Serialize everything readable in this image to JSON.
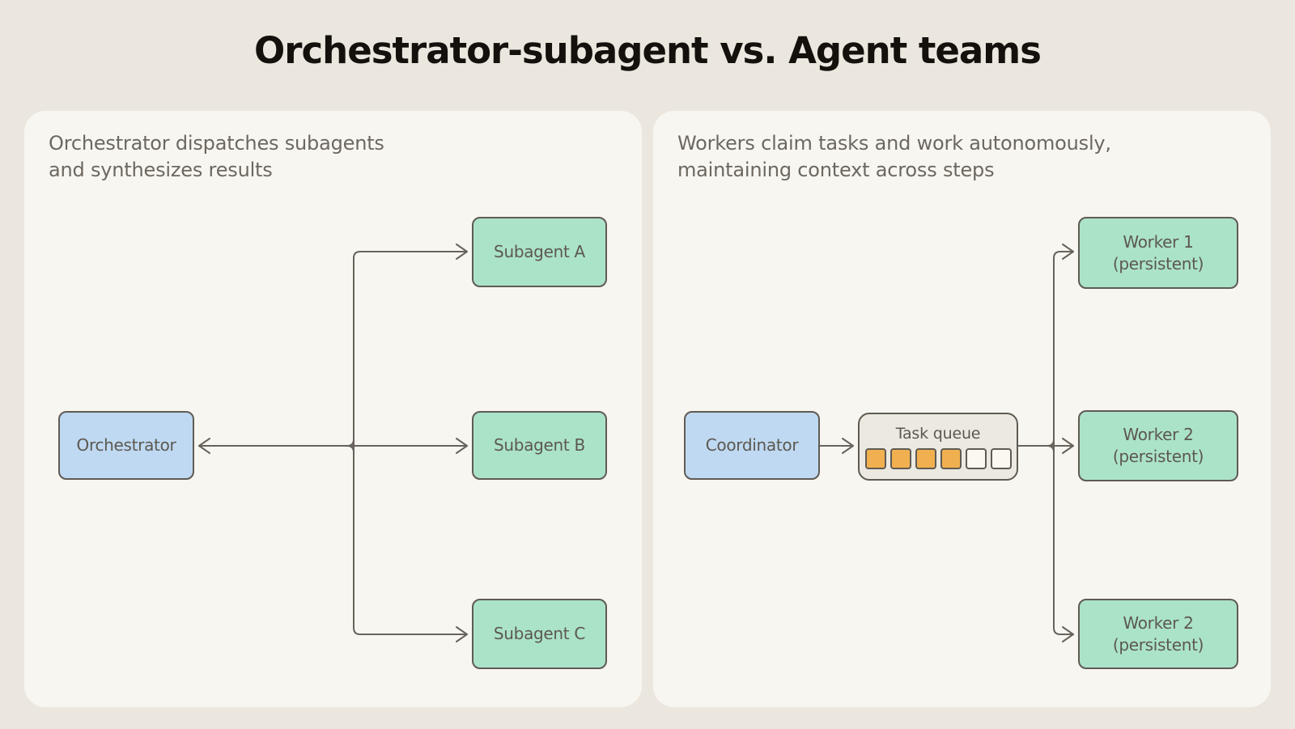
{
  "title": "Orchestrator-subagent vs. Agent teams",
  "colors": {
    "page-bg": "#EBE7DF",
    "panel-bg": "#F8F6F0",
    "ink": "#14110D",
    "muted": "#6C6860",
    "label": "#5C5850",
    "stroke": "#5F5B53",
    "line": "#67635B",
    "blue": "#BFD9F2",
    "green": "#ABE3C8",
    "queue-bg": "#ECE9E1",
    "orange": "#F1B04F",
    "slot-empty": "#FAF8F1"
  },
  "left_panel": {
    "subtitle": "Orchestrator dispatches subagents\nand synthesizes results",
    "orchestrator_label": "Orchestrator",
    "subagents": [
      {
        "label": "Subagent A"
      },
      {
        "label": "Subagent B"
      },
      {
        "label": "Subagent C"
      }
    ]
  },
  "right_panel": {
    "subtitle": "Workers claim tasks and work autonomously,\nmaintaining context across steps",
    "coordinator_label": "Coordinator",
    "task_queue": {
      "label": "Task queue",
      "filled_slots": 4,
      "empty_slots": 2
    },
    "workers": [
      {
        "label": "Worker 1",
        "sublabel": "(persistent)"
      },
      {
        "label": "Worker 2",
        "sublabel": "(persistent)"
      },
      {
        "label": "Worker 2",
        "sublabel": "(persistent)"
      }
    ]
  }
}
